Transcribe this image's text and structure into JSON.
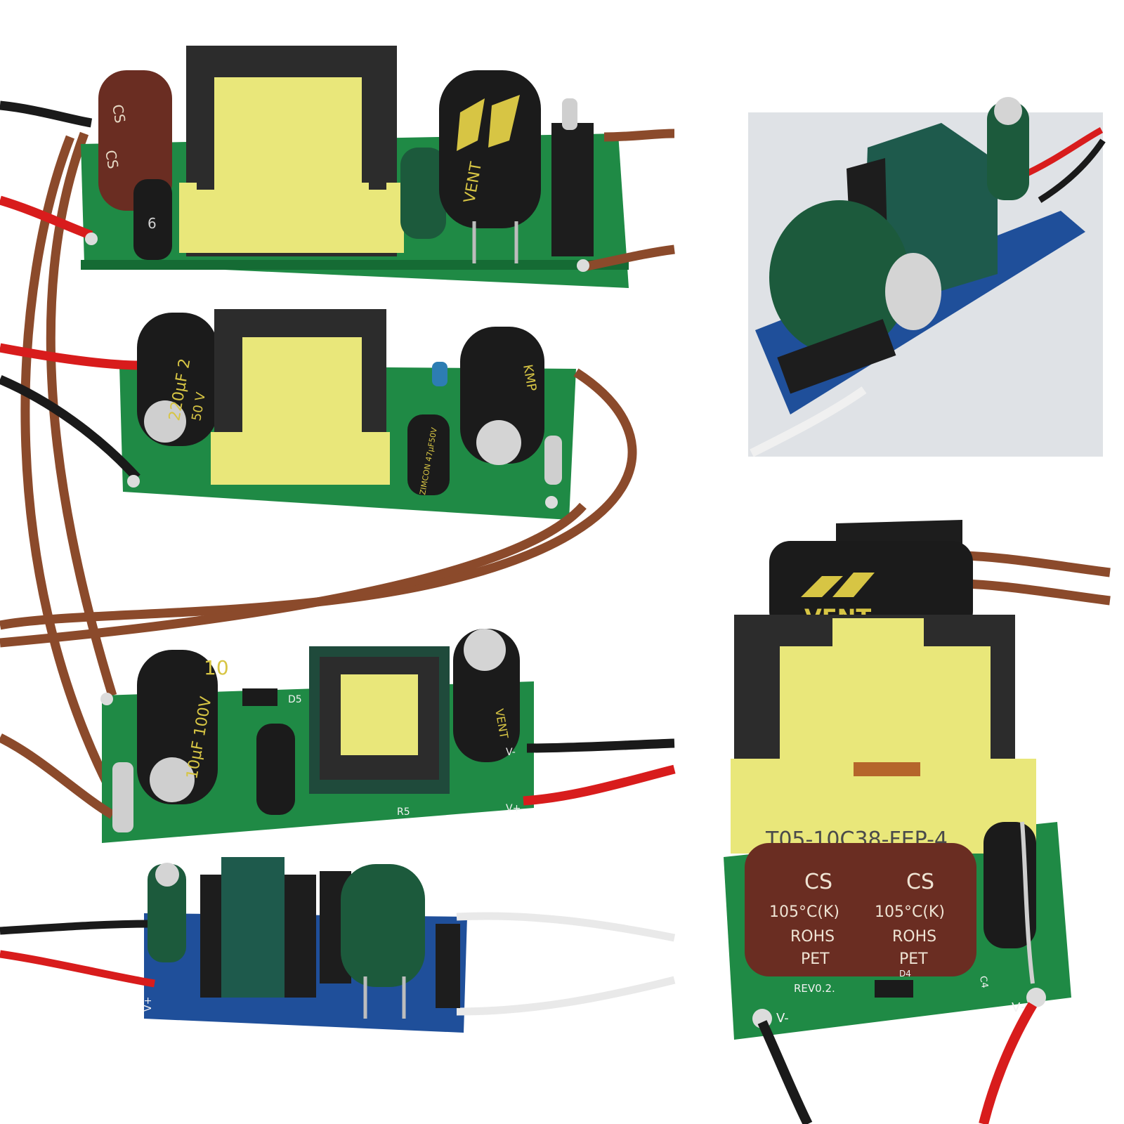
{
  "panel_1": {
    "cap_label_1": "CS",
    "cap_label_2": "CS",
    "small_label": "6",
    "brand": "VENT"
  },
  "panel_2": {
    "cap_value": "220μF 2",
    "cap_volt": "50 V",
    "small_cap": "ZIMCON 47μF50V",
    "brand": "KMP"
  },
  "panel_3": {
    "cap_value": "10μF 100V",
    "cap_value_b": "10",
    "silk_d": "D5",
    "silk_r": "R5",
    "silk_v_minus": "V-",
    "silk_v_plus": "V+",
    "brand": "VENT"
  },
  "panel_4": {
    "silk_v_plus": "V+"
  },
  "detail_2": {
    "brand": "VENT",
    "transformer_label": "T05-10C38-FEP-4",
    "cap_line_1a": "CS",
    "cap_line_1b": "CS",
    "cap_line_2a": "105°C(K)",
    "cap_line_2b": "105°C(K)",
    "cap_line_3a": "ROHS",
    "cap_line_3b": "ROHS",
    "cap_line_4a": "PET",
    "cap_line_4b": "PET",
    "rev": "REV0.2.",
    "silk_v_minus": "V-",
    "silk_v_plus": "V+",
    "silk_c4": "C4",
    "silk_d4": "D4"
  },
  "colors": {
    "pcb_green": "#1f8a45",
    "pcb_blue": "#1f4f9a",
    "transformer_yellow": "#e9e77a",
    "core_dark": "#2c2c2c",
    "wire_brown": "#8b4a2b",
    "wire_red": "#d81c1c",
    "wire_black": "#1a1a1a",
    "wire_white": "#f2f2f2",
    "cap_black": "#1b1b1b",
    "cap_brown": "#6a2d22",
    "cap_green": "#1c5a3c"
  }
}
